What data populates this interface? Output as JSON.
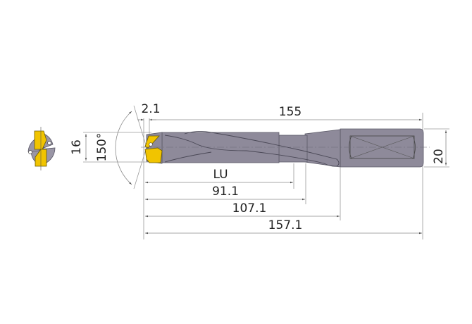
{
  "drawing": {
    "title": "Indexable insert drill dimensional drawing",
    "colors": {
      "body": "#8e8a9a",
      "insert": "#f1c400",
      "dimension_line": "#8a8a8a",
      "text": "#222222"
    },
    "dimensions": {
      "point_offset": "2.1",
      "overall_to_shank_end": "155",
      "shank_diameter": "20",
      "drill_diameter": "16",
      "point_angle": "150°",
      "usable_length": "LU",
      "flute_length": "91.1",
      "body_length": "107.1",
      "overall_length": "157.1"
    },
    "views": {
      "end_view": "insert-end-view",
      "side_view": "drill-side-view"
    }
  }
}
